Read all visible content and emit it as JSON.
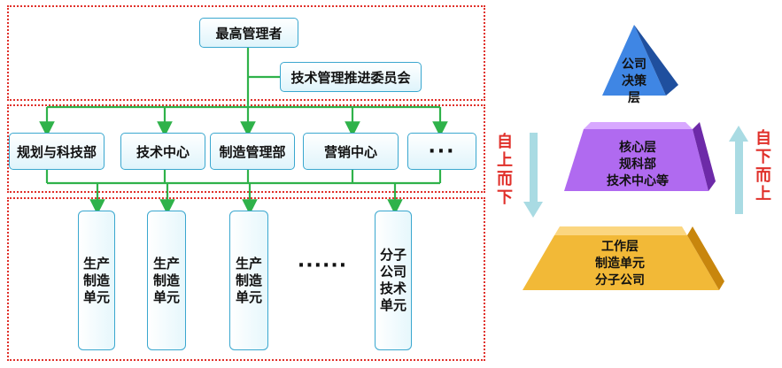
{
  "top": {
    "manager": "最高管理者",
    "committee": "技术管理推进委员会"
  },
  "departments": [
    "规划与科技部",
    "技术中心",
    "制造管理部",
    "营销中心",
    "···"
  ],
  "units": [
    "生产制造单元",
    "生产制造单元",
    "生产制造单元",
    "分子公司技术单元"
  ],
  "units_ellipsis": "······",
  "layers": {
    "top": "公司决策层",
    "middle": [
      "核心层",
      "规科部",
      "技术中心等"
    ],
    "bottom": [
      "工作层",
      "制造单元",
      "分子公司"
    ]
  },
  "side": {
    "left": "自上而下",
    "right": "自下而上"
  },
  "colors": {
    "connector": "#2fb24a",
    "border": "#e0302a",
    "box_border": "#3aa7cf",
    "layer_top": "#2f6fcf",
    "layer_mid": "#8d3fd8",
    "layer_bottom": "#e9a51c"
  }
}
